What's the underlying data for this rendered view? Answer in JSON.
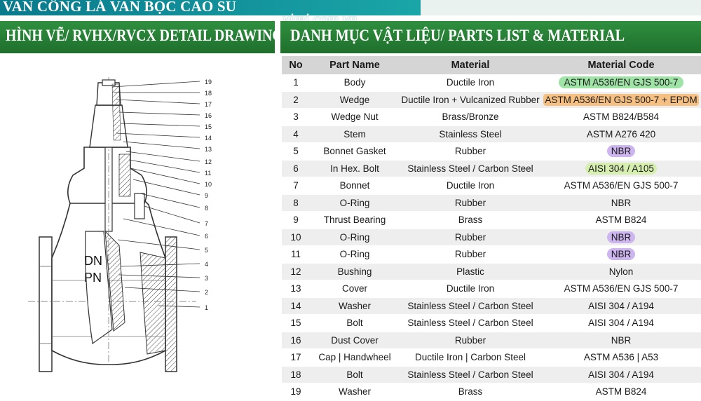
{
  "header": {
    "title": "VAN CỔNG LÁ VAN BỌC CAO SU",
    "watermark": "vimi.com.vn",
    "left_banner": "HÌNH VẼ/ RVHX/RVCX DETAIL DRAWING",
    "right_banner": "DANH MỤC VẬT LIỆU/ PARTS LIST & MATERIAL"
  },
  "drawing": {
    "dn_label": "DN",
    "pn_label": "PN",
    "callouts": [
      "19",
      "18",
      "17",
      "16",
      "15",
      "14",
      "13",
      "12",
      "11",
      "10",
      "9",
      "8",
      "7",
      "6",
      "5",
      "4",
      "3",
      "2",
      "1"
    ]
  },
  "table": {
    "headers": [
      "No",
      "Part Name",
      "Material",
      "Material Code"
    ],
    "rows": [
      {
        "no": "1",
        "name": "Body",
        "material": "Ductile Iron",
        "code": "ASTM A536/EN GJS 500-7",
        "hl": "green"
      },
      {
        "no": "2",
        "name": "Wedge",
        "material": "Ductile Iron + Vulcanized Rubber",
        "code": "ASTM A536/EN GJS 500-7 + EPDM",
        "hl": "orange"
      },
      {
        "no": "3",
        "name": "Wedge Nut",
        "material": "Brass/Bronze",
        "code": "ASTM B824/B584",
        "hl": ""
      },
      {
        "no": "4",
        "name": "Stem",
        "material": "Stainless Steel",
        "code": "ASTM A276 420",
        "hl": ""
      },
      {
        "no": "5",
        "name": "Bonnet Gasket",
        "material": "Rubber",
        "code": "NBR",
        "hl": "violet"
      },
      {
        "no": "6",
        "name": "In Hex. Bolt",
        "material": "Stainless Steel / Carbon Steel",
        "code": "AISI 304 / A105",
        "hl": "lime"
      },
      {
        "no": "7",
        "name": "Bonnet",
        "material": "Ductile Iron",
        "code": "ASTM A536/EN GJS 500-7",
        "hl": ""
      },
      {
        "no": "8",
        "name": "O-Ring",
        "material": "Rubber",
        "code": "NBR",
        "hl": ""
      },
      {
        "no": "9",
        "name": "Thrust Bearing",
        "material": "Brass",
        "code": "ASTM B824",
        "hl": ""
      },
      {
        "no": "10",
        "name": "O-Ring",
        "material": "Rubber",
        "code": "NBR",
        "hl": "violet"
      },
      {
        "no": "11",
        "name": "O-Ring",
        "material": "Rubber",
        "code": "NBR",
        "hl": "violet"
      },
      {
        "no": "12",
        "name": "Bushing",
        "material": "Plastic",
        "code": "Nylon",
        "hl": ""
      },
      {
        "no": "13",
        "name": "Cover",
        "material": "Ductile Iron",
        "code": "ASTM A536/EN GJS 500-7",
        "hl": ""
      },
      {
        "no": "14",
        "name": "Washer",
        "material": "Stainless Steel / Carbon Steel",
        "code": "AISI 304 / A194",
        "hl": ""
      },
      {
        "no": "15",
        "name": "Bolt",
        "material": "Stainless Steel / Carbon Steel",
        "code": "AISI 304 / A194",
        "hl": ""
      },
      {
        "no": "16",
        "name": "Dust Cover",
        "material": "Rubber",
        "code": "NBR",
        "hl": ""
      },
      {
        "no": "17",
        "name": "Cap | Handwheel",
        "material": "Ductile Iron | Carbon Steel",
        "code": "ASTM A536 | A53",
        "hl": ""
      },
      {
        "no": "18",
        "name": "Bolt",
        "material": "Stainless Steel / Carbon Steel",
        "code": "AISI 304 / A194",
        "hl": ""
      },
      {
        "no": "19",
        "name": "Washer",
        "material": "Brass",
        "code": "ASTM B824",
        "hl": ""
      }
    ]
  },
  "colors": {
    "banner_green": "#2f8f3f",
    "title_teal": "#0a7a8c",
    "header_gray": "#d5d5d5",
    "row_alt": "#eeeeee",
    "hl_green": "#9fe3a6",
    "hl_orange": "#f6c083",
    "hl_violet": "#cdb5f0",
    "hl_lime": "#d6efb0"
  }
}
